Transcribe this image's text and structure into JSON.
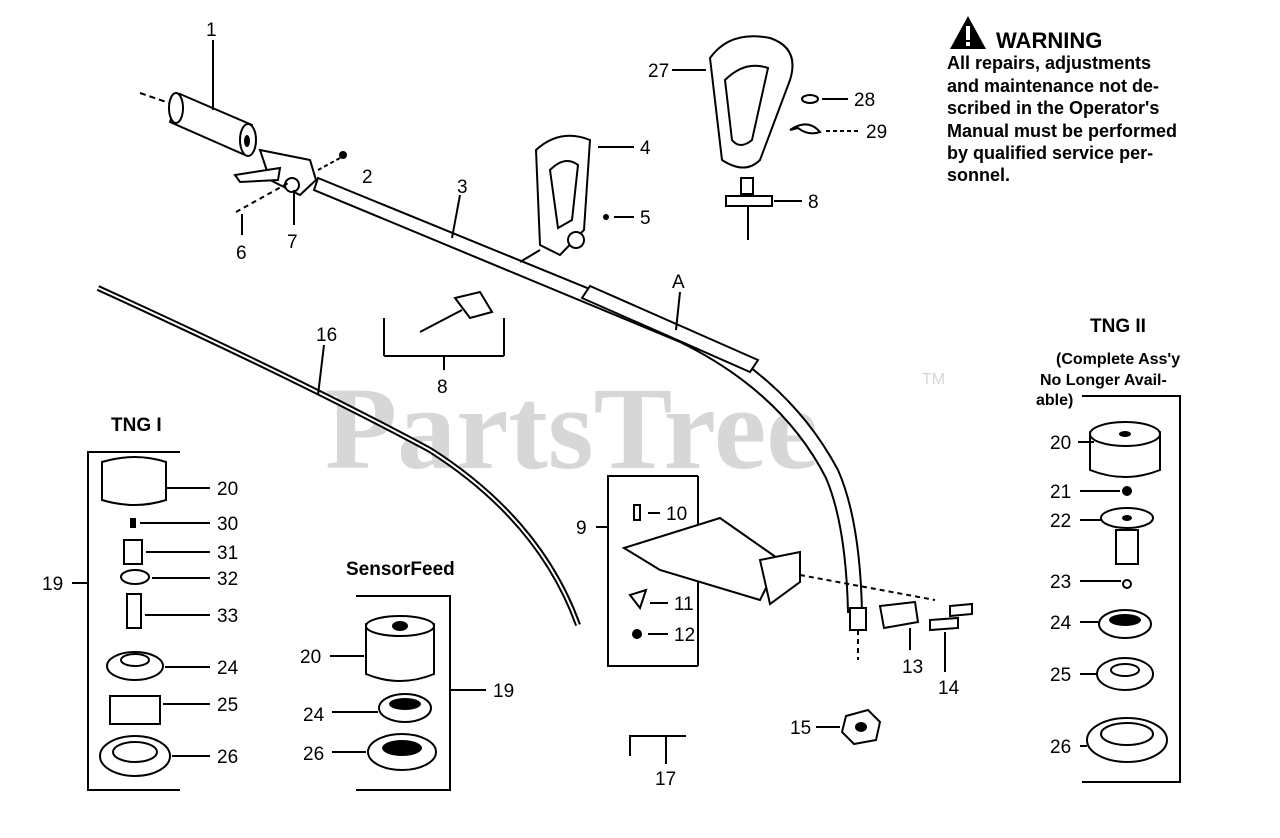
{
  "watermark": {
    "text": "PartsTree",
    "mark": "TM"
  },
  "warning": {
    "title": "WARNING",
    "icon": "warning-triangle-icon",
    "lines": [
      "All repairs, adjustments",
      "and maintenance not de-",
      "scribed in the Operator's",
      "Manual must be performed",
      "by qualified  service per-",
      "sonnel."
    ]
  },
  "sections": {
    "tng1": "TNG I",
    "sensorfeed": "SensorFeed",
    "tng2": "TNG II",
    "tng2_note": [
      "(Complete Ass'y",
      "No Longer Avail-",
      "able)"
    ]
  },
  "labels": {
    "p1": "1",
    "p2": "2",
    "p3": "3",
    "p4": "4",
    "p5": "5",
    "p6": "6",
    "p7": "7",
    "p8a": "8",
    "p8b": "8",
    "p9": "9",
    "p10": "10",
    "p11": "11",
    "p12": "12",
    "p13": "13",
    "p14": "14",
    "p15": "15",
    "p16": "16",
    "p17": "17",
    "p19a": "19",
    "p19b": "19",
    "p20a": "20",
    "p20b": "20",
    "p20c": "20",
    "p21": "21",
    "p22": "22",
    "p23": "23",
    "p24a": "24",
    "p24b": "24",
    "p24c": "24",
    "p25a": "25",
    "p25b": "25",
    "p26a": "26",
    "p26b": "26",
    "p26c": "26",
    "p27": "27",
    "p28": "28",
    "p29": "29",
    "p30": "30",
    "p31": "31",
    "p32": "32",
    "p33": "33",
    "pA": "A"
  }
}
